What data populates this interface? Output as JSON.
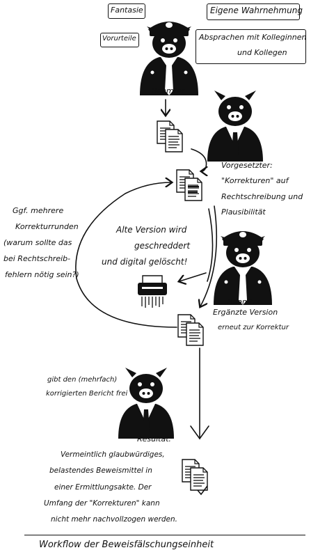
{
  "labels": {
    "fantasie": "Fantasie",
    "eigene": "Eigene Wahrnehmung",
    "vorurteile": "Vorurteile",
    "absprachen_1": "Absprachen mit Kolleginnen",
    "absprachen_2": "und Kollegen",
    "beamter_top": "Beamter",
    "vorgesetzter_1": "Vorgesetzter:",
    "vorgesetzter_2": "\"Korrekturen\" auf",
    "vorgesetzter_3": "Rechtschreibung und",
    "vorgesetzter_4": "Plausibilität",
    "loop_1": "Ggf. mehrere",
    "loop_2": "Korrekturrunden",
    "loop_3": "(warum sollte das",
    "loop_4": "bei Rechtschreib-",
    "loop_5": "fehlern nötig sein?)",
    "alte_1": "Alte Version wird",
    "alte_2": "geschreddert",
    "alte_3": "und digital gelöscht!",
    "beamter_mid": "Beamter",
    "ergaenzt_1": "Ergänzte Version",
    "ergaenzt_2": "erneut zur Korrektur",
    "gibt_1": "gibt den (mehrfach)",
    "gibt_2": "korrigierten Bericht frei",
    "resultat_title": "Resultat:",
    "resultat_1": "Vermeintlich glaubwürdiges,",
    "resultat_2": "belastendes Beweismittel in",
    "resultat_3": "einer Ermittlungsakte. Der",
    "resultat_4": "Umfang der \"Korrekturen\" kann",
    "resultat_5": "nicht mehr nachvollzogen werden.",
    "footer": "Workflow der Beweisfälschungseinheit"
  },
  "icons": [
    "pig-officer-icon",
    "pig-boss-icon",
    "document-icon",
    "shredder-icon",
    "checkmark-icon"
  ],
  "colors": {
    "ink": "#111111",
    "paper": "#ffffff",
    "tie": "#ffffff"
  }
}
